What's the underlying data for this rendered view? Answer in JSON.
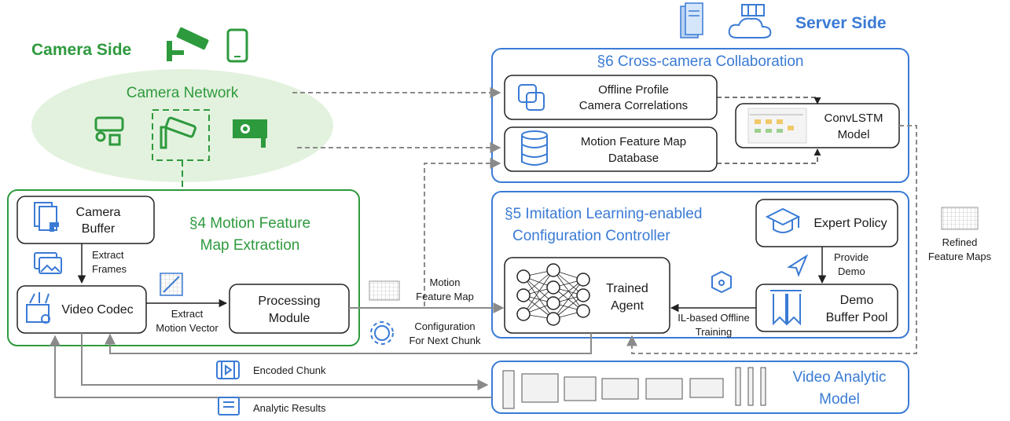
{
  "camera_side": {
    "title": "Camera Side",
    "network_label": "Camera Network",
    "extraction": {
      "title_line1": "§4 Motion Feature",
      "title_line2": "Map Extraction",
      "camera_buffer_line1": "Camera",
      "camera_buffer_line2": "Buffer",
      "video_codec": "Video Codec",
      "processing_line1": "Processing",
      "processing_line2": "Module",
      "extract_frames_line1": "Extract",
      "extract_frames_line2": "Frames",
      "extract_mv_line1": "Extract",
      "extract_mv_line2": "Motion Vector"
    }
  },
  "server_side": {
    "title": "Server Side",
    "collab": {
      "title": "§6 Cross-camera Collaboration",
      "offline_line1": "Offline Profile",
      "offline_line2": "Camera Correlations",
      "db_line1": "Motion Feature Map",
      "db_line2": "Database",
      "convlstm_line1": "ConvLSTM",
      "convlstm_line2": "Model"
    },
    "controller": {
      "title_line1": "§5 Imitation Learning-enabled",
      "title_line2": "Configuration Controller",
      "expert_policy": "Expert Policy",
      "provide_demo_line1": "Provide",
      "provide_demo_line2": "Demo",
      "trained_line1": "Trained",
      "trained_line2": "Agent",
      "demo_line1": "Demo",
      "demo_line2": "Buffer Pool",
      "il_line1": "IL-based Offline",
      "il_line2": "Training"
    },
    "analytic": {
      "line1": "Video Analytic",
      "line2": "Model"
    }
  },
  "flows": {
    "motion_map_line1": "Motion",
    "motion_map_line2": "Feature Map",
    "config_line1": "Configuration",
    "config_line2": "For Next Chunk",
    "encoded_chunk": "Encoded Chunk",
    "analytic_results": "Analytic Results",
    "refined_line1": "Refined",
    "refined_line2": "Feature Maps"
  },
  "colors": {
    "green": "#2e9a3e",
    "blue": "#3a7bd5",
    "network_fill": "#e3f2de"
  },
  "icons": [
    "cctv-icon",
    "smartphone-icon",
    "server-icon",
    "cloud-icon",
    "layers-icon",
    "database-icon",
    "graduation-cap-icon",
    "send-icon",
    "bookmark-icon",
    "gear-icon",
    "film-icon",
    "inbox-icon",
    "neural-net-icon",
    "cube-icon"
  ]
}
